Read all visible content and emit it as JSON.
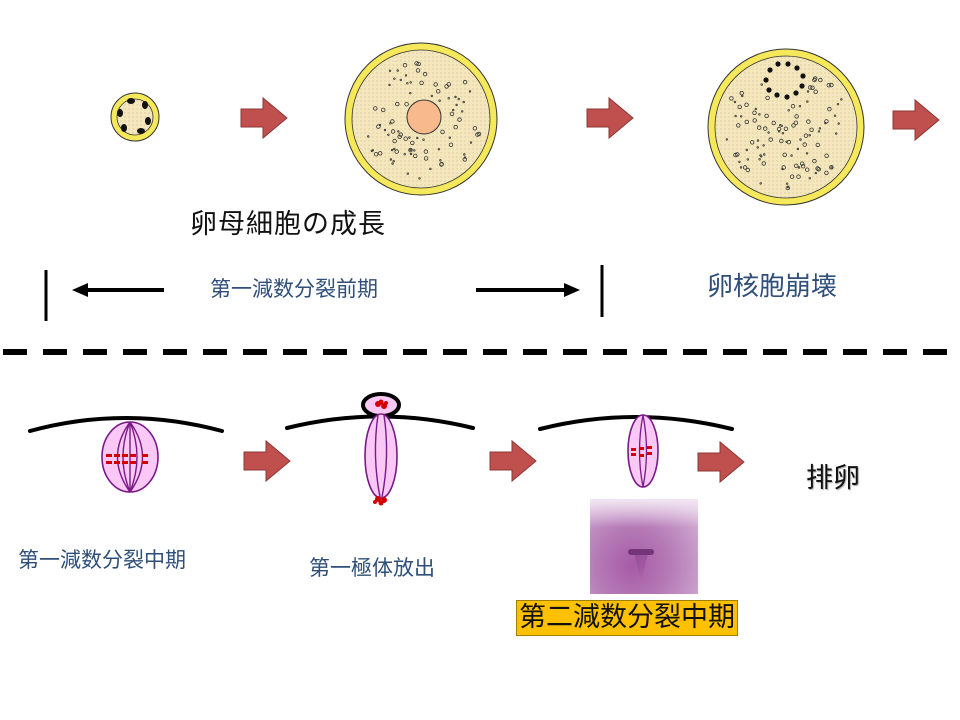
{
  "title": "卵母細胞の成熟過程",
  "top_row": {
    "growth_label": "卵母細胞の成長",
    "prophase_label": "第一減数分裂前期",
    "gvbd_label": "卵核胞崩壊",
    "stages": [
      "small-oocyte",
      "grown-oocyte-with-germinal-vesicle",
      "oocyte-gvbd"
    ]
  },
  "bottom_row": {
    "meta1_label": "第一減数分裂中期",
    "polar_body_label": "第一極体放出",
    "meta2_label": "第二減数分裂中期",
    "ovulation_label": "排卵",
    "micrograph": "meiosis-II-metaphase-micrograph"
  },
  "colors": {
    "arrow_fill": "#c0504d",
    "arrow_stroke": "#8c3836",
    "oocyte_rim": "#f5e85a",
    "cytoplasm": "#f4e6bd",
    "nucleus": "#f8b98c",
    "spindle_fill": "#f9c8f5",
    "spindle_stroke": "#7a1a86",
    "chromosome": "#d40000",
    "highlight": "#ffc000",
    "label_blue": "#2f4f7a"
  }
}
